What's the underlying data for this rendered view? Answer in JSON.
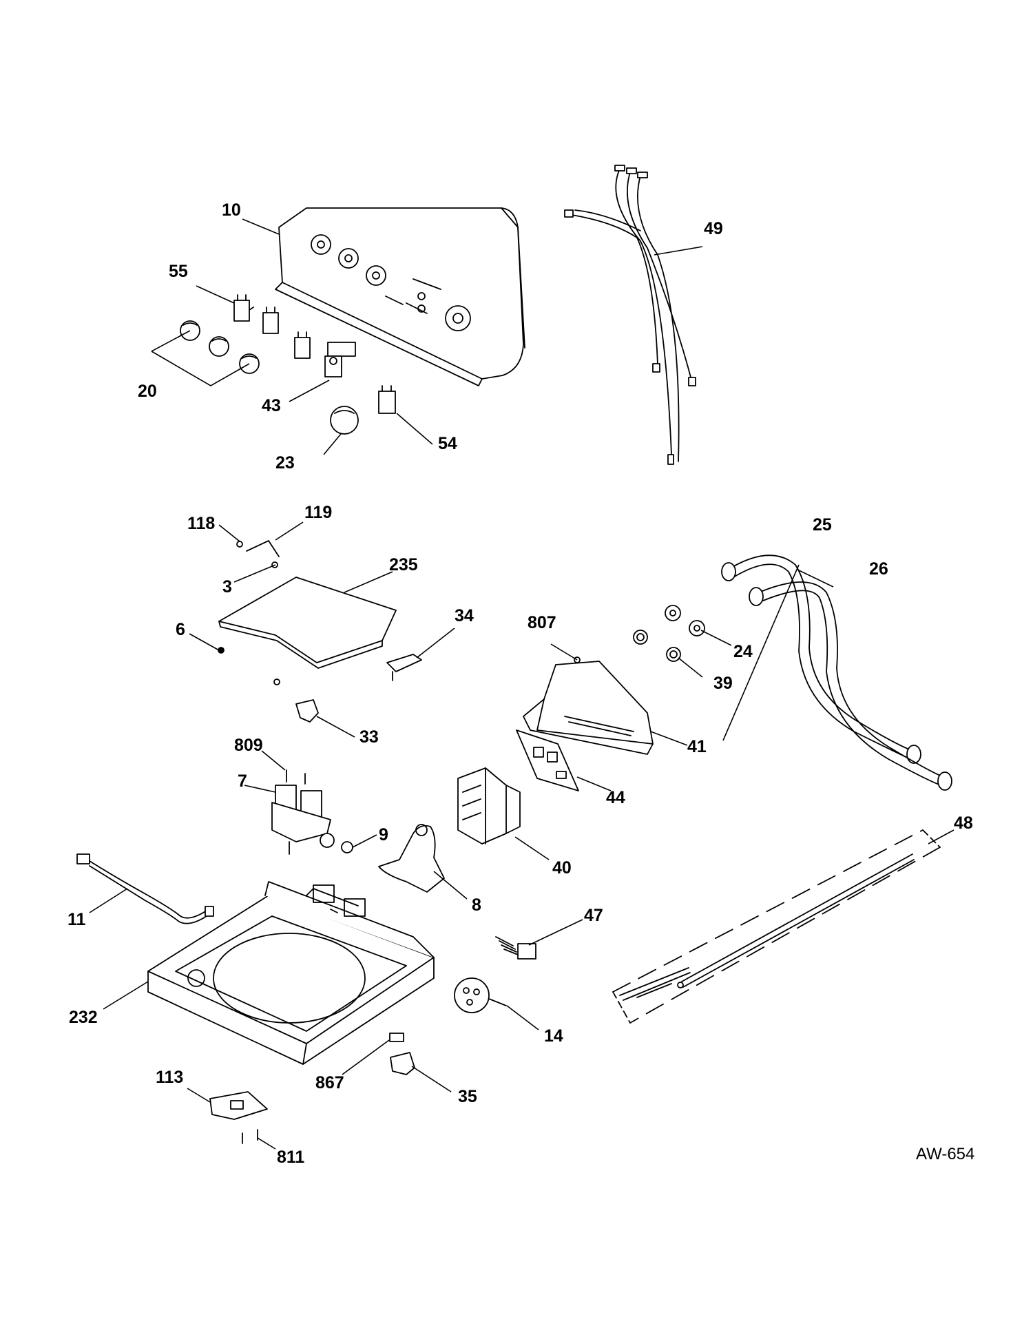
{
  "diagram_code": "AW-654",
  "callouts": [
    "10",
    "55",
    "20",
    "43",
    "23",
    "54",
    "49",
    "118",
    "119",
    "3",
    "235",
    "6",
    "34",
    "33",
    "807",
    "24",
    "39",
    "41",
    "25",
    "26",
    "809",
    "7",
    "9",
    "44",
    "40",
    "48",
    "11",
    "8",
    "47",
    "232",
    "14",
    "867",
    "35",
    "113",
    "811"
  ]
}
